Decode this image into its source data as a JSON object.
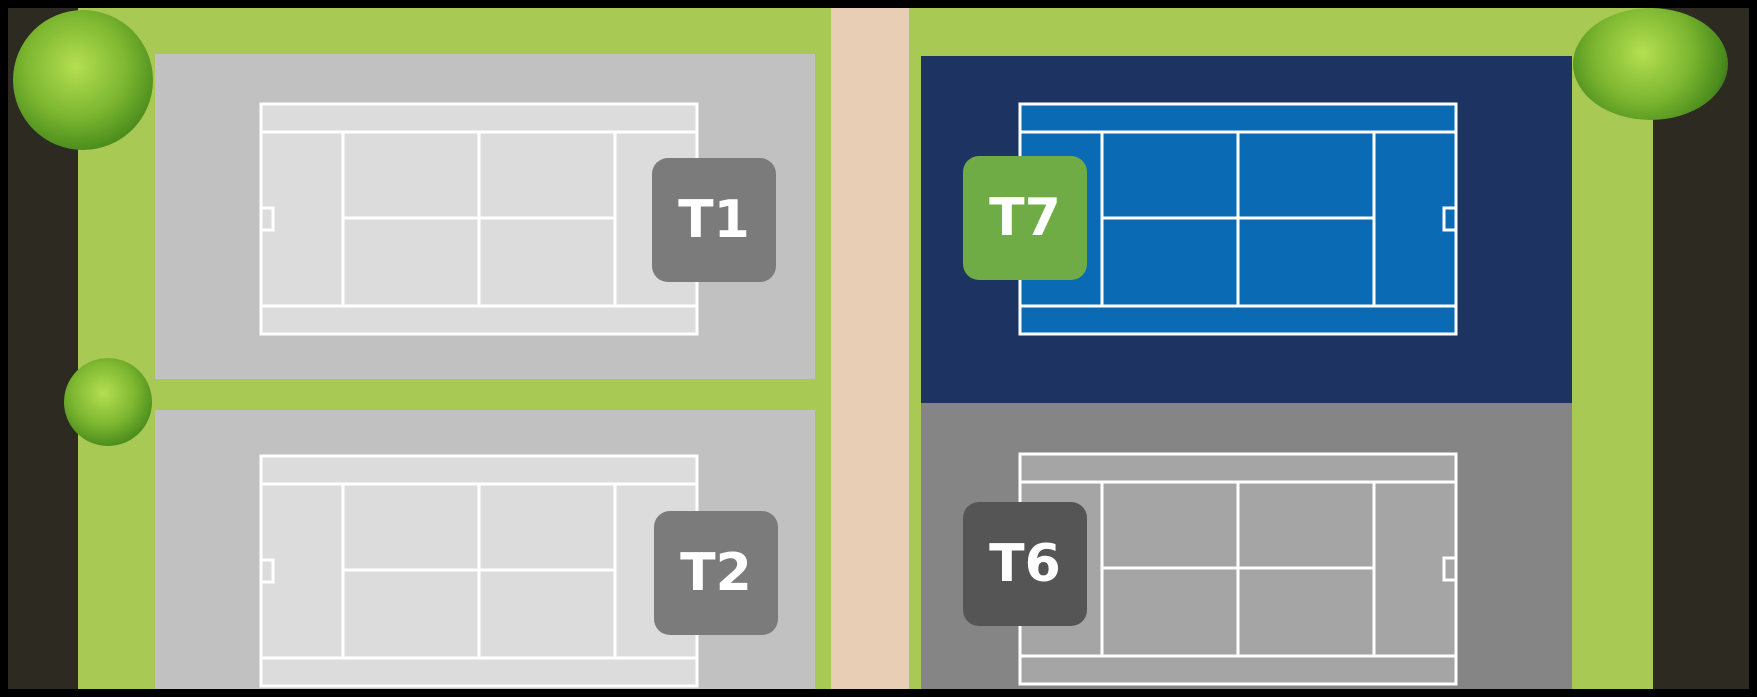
{
  "map": {
    "courts": [
      {
        "id": "T1",
        "label": "T1",
        "surface_color": "#dcdcdc",
        "area_color": "#c1c1c1",
        "badge_color": "#7b7b7b"
      },
      {
        "id": "T2",
        "label": "T2",
        "surface_color": "#dcdcdc",
        "area_color": "#c1c1c1",
        "badge_color": "#7b7b7b"
      },
      {
        "id": "T7",
        "label": "T7",
        "surface_color": "#0a6ab4",
        "area_color": "#1d3463",
        "badge_color": "#6fac46"
      },
      {
        "id": "T6",
        "label": "T6",
        "surface_color": "#a5a5a5",
        "area_color": "#858585",
        "badge_color": "#555555"
      }
    ],
    "colors": {
      "grass": "#a9c955",
      "road": "#2d2a22",
      "path": "#e9ceb6",
      "line": "#ffffff",
      "tree": "#7fb43a"
    },
    "icons": [
      "tree-icon"
    ]
  }
}
